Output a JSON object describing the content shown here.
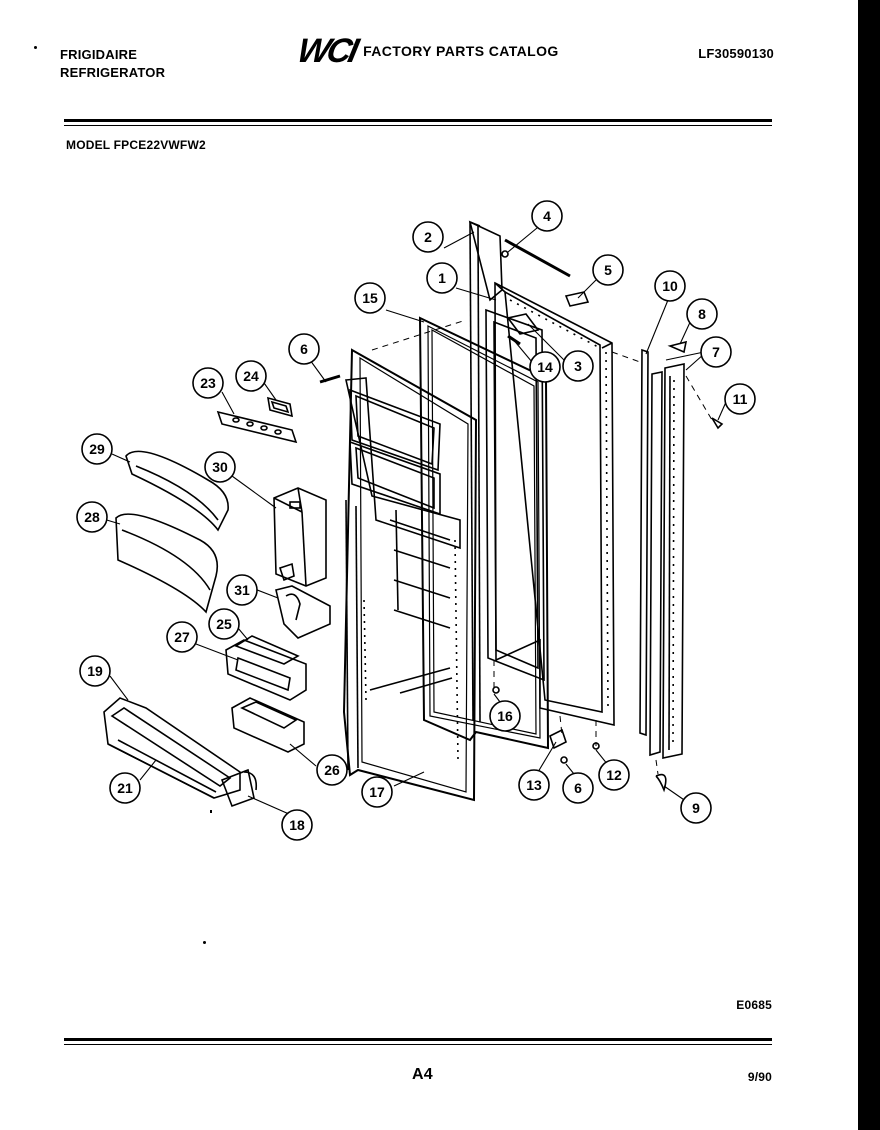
{
  "header": {
    "brand_line1": "FRIGIDAIRE",
    "brand_line2": "REFRIGERATOR",
    "logo": "WCI",
    "catalog_title": "FACTORY PARTS CATALOG",
    "catalog_number": "LF30590130"
  },
  "model": "MODEL FPCE22VWFW2",
  "footer": {
    "diagram_code": "E0685",
    "page_number": "A4",
    "date": "9/90"
  },
  "callouts": [
    "1",
    "2",
    "3",
    "4",
    "5",
    "6",
    "7",
    "8",
    "9",
    "10",
    "11",
    "12",
    "13",
    "14",
    "15",
    "16",
    "17",
    "18",
    "19",
    "21",
    "23",
    "24",
    "25",
    "26",
    "27",
    "28",
    "29",
    "30",
    "31",
    "6"
  ]
}
